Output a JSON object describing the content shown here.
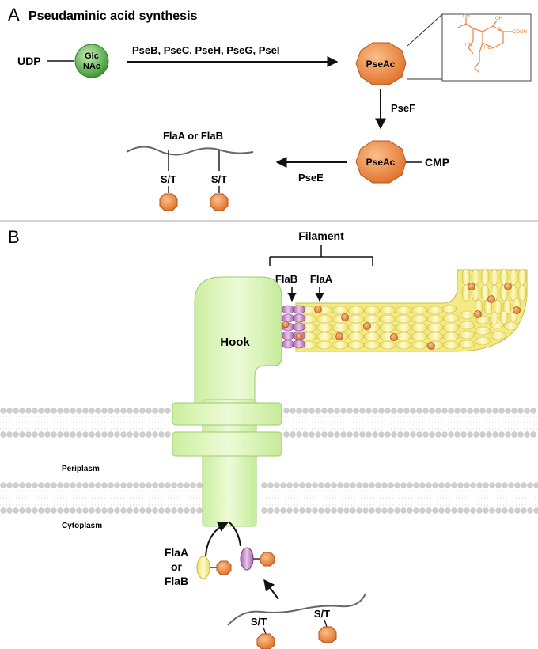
{
  "panel_a": {
    "letter": "A",
    "title": "Pseudaminic acid synthesis",
    "udp": "UDP",
    "glc": "Glc",
    "nac": "NAc",
    "enzymes_top": "PseB, PseC, PseH, PseG, PseI",
    "pseac": "PseAc",
    "psef": "PseF",
    "cmp": "CMP",
    "psee": "PseE",
    "flagellin_label": "FlaA or FlaB",
    "st": "S/T",
    "struct_labels": {
      "oh1": "OH",
      "oh2": "OH",
      "cooh": "COOH",
      "hn": "HN",
      "ho": "HO",
      "o_ring": "O"
    }
  },
  "panel_b": {
    "letter": "B",
    "filament": "Filament",
    "flab": "FlaB",
    "flaa": "FlaA",
    "hook": "Hook",
    "periplasm": "Periplasm",
    "cytoplasm": "Cytoplasm",
    "flaa_or_flab": [
      "FlaA",
      "or",
      "FlaB"
    ],
    "st": "S/T"
  },
  "colors": {
    "orange": "#e8833a",
    "green": "#5fb84a",
    "hook_green": "#d9f5b0",
    "filament_yellow": "#f5ec86",
    "flab_purple": "#c58ac8",
    "membrane_gray": "#c7c7c7"
  }
}
